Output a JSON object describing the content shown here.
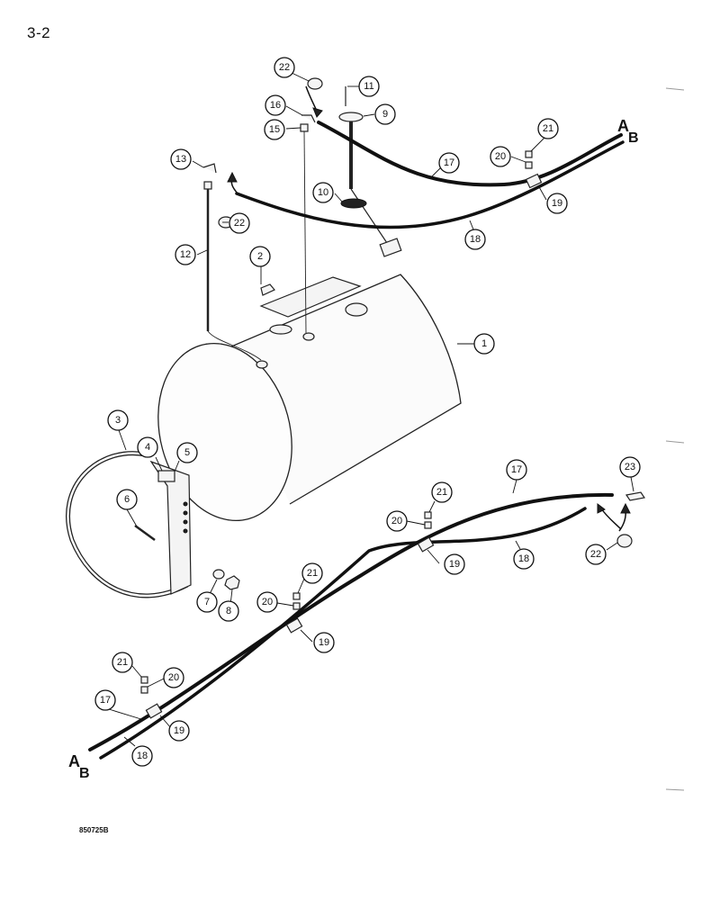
{
  "page_number": "3-2",
  "drawing_code": "850725B",
  "hose_end_labels": {
    "top": {
      "a": "A",
      "b": "B"
    },
    "bottom": {
      "a": "A",
      "b": "B"
    }
  },
  "callouts": [
    {
      "id": "c1",
      "label": "1"
    },
    {
      "id": "c2",
      "label": "2"
    },
    {
      "id": "c3",
      "label": "3"
    },
    {
      "id": "c4",
      "label": "4"
    },
    {
      "id": "c5",
      "label": "5"
    },
    {
      "id": "c6",
      "label": "6"
    },
    {
      "id": "c7",
      "label": "7"
    },
    {
      "id": "c8",
      "label": "8"
    },
    {
      "id": "c9",
      "label": "9"
    },
    {
      "id": "c10",
      "label": "10"
    },
    {
      "id": "c11",
      "label": "11"
    },
    {
      "id": "c12",
      "label": "12"
    },
    {
      "id": "c13",
      "label": "13"
    },
    {
      "id": "c15",
      "label": "15"
    },
    {
      "id": "c16",
      "label": "16"
    },
    {
      "id": "c17a",
      "label": "17"
    },
    {
      "id": "c18a",
      "label": "18"
    },
    {
      "id": "c19a",
      "label": "19"
    },
    {
      "id": "c20a",
      "label": "20"
    },
    {
      "id": "c21a",
      "label": "21"
    },
    {
      "id": "c22a",
      "label": "22"
    },
    {
      "id": "c22b",
      "label": "22"
    },
    {
      "id": "c17b",
      "label": "17"
    },
    {
      "id": "c23",
      "label": "23"
    },
    {
      "id": "c21b",
      "label": "21"
    },
    {
      "id": "c20b",
      "label": "20"
    },
    {
      "id": "c19b",
      "label": "19"
    },
    {
      "id": "c18b",
      "label": "18"
    },
    {
      "id": "c22c",
      "label": "22"
    },
    {
      "id": "c21c",
      "label": "21"
    },
    {
      "id": "c20c",
      "label": "20"
    },
    {
      "id": "c19c",
      "label": "19"
    },
    {
      "id": "c21d",
      "label": "21"
    },
    {
      "id": "c20d",
      "label": "20"
    },
    {
      "id": "c17c",
      "label": "17"
    },
    {
      "id": "c19d",
      "label": "19"
    },
    {
      "id": "c18c",
      "label": "18"
    }
  ]
}
